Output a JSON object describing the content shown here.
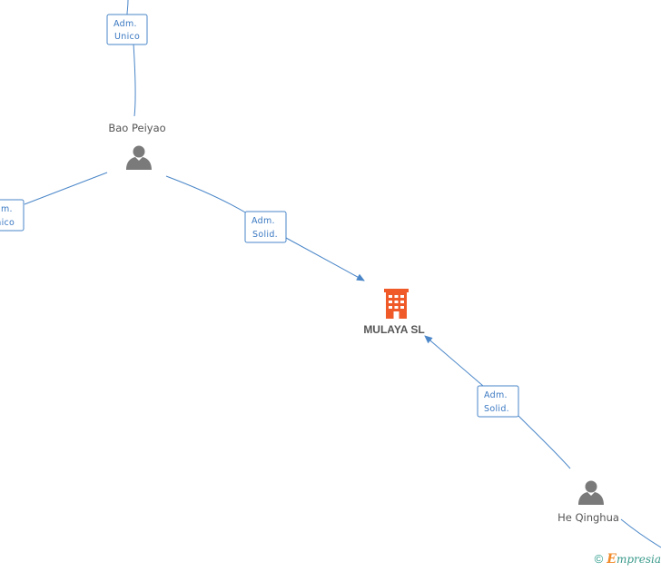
{
  "nodes": {
    "company": {
      "label": "MULAYA SL",
      "color": "#f05a28"
    },
    "person_top": {
      "label": "Bao Peiyao"
    },
    "person_bottom": {
      "label": "He Qinghua"
    }
  },
  "edges": {
    "top_offscreen": {
      "line1": "Adm.",
      "line2": "Unico"
    },
    "left_offscreen": {
      "line1": "Adm.",
      "line2": "Unico"
    },
    "bao_to_company": {
      "line1": "Adm.",
      "line2": "Solid."
    },
    "he_to_company": {
      "line1": "Adm.",
      "line2": "Solid."
    }
  },
  "colors": {
    "edge": "#4a86c8",
    "company": "#f05a28",
    "person": "#7a7a7a"
  },
  "icons": {
    "company": "building-icon",
    "person": "person-icon",
    "brand": "copyright-icon"
  },
  "brand": {
    "copyright": "©",
    "initial": "E",
    "rest": "mpresia"
  }
}
